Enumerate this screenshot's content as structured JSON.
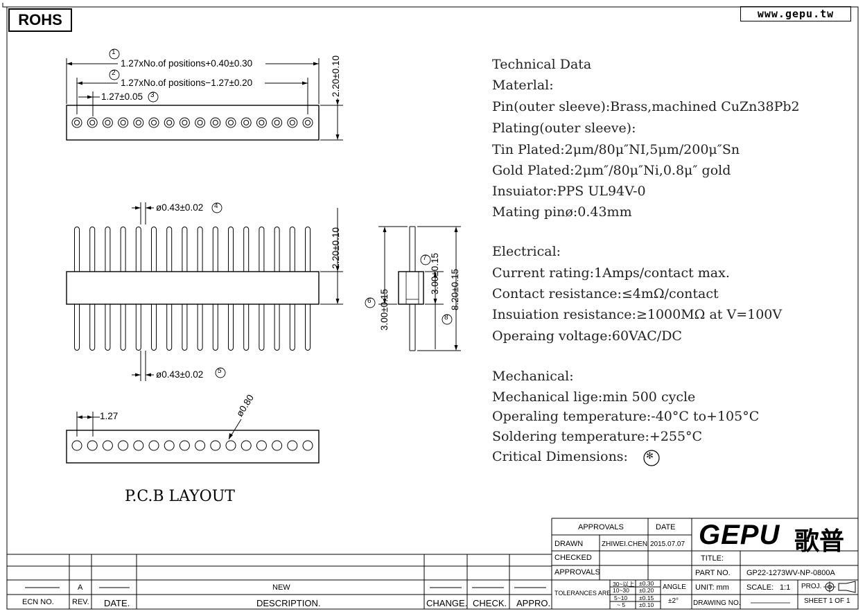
{
  "header": {
    "rohs": "ROHS",
    "url": "www.gepu.tw"
  },
  "dims": {
    "d1": "1.27xNo.of positions+0.40±0.30",
    "d2": "1.27xNo.of positions−1.27±0.20",
    "d3": "1.27±0.05",
    "h1": "2.20±0.10",
    "pin_top": "ø0.43±0.02",
    "h2": "2.20±0.10",
    "pin_bot": "ø0.43±0.02",
    "side_total": "8.20±0.15",
    "side_upper": "3.00±0.15",
    "side_lower": "3.00±0.15",
    "pcb_pitch": "1.27",
    "pcb_hole": "ø0.80"
  },
  "callouts": {
    "c1": "1",
    "c2": "2",
    "c3": "3",
    "c4": "4",
    "c5": "5",
    "c6": "6",
    "c7": "7",
    "c8": "8"
  },
  "pcb_layout_title": "P.C.B LAYOUT",
  "spec": {
    "heading": "Technical Data",
    "material": "Materlal:",
    "pin": "Pin(outer sleeve):Brass,machined CuZn38Pb2",
    "plating": "Plating(outer sleeve):",
    "tin": "Tin Plated:2μm/80μ″NI,5μm/200μ″Sn",
    "gold": "Gold Plated:2μm″/80μ″Ni,0.8μ″ gold",
    "insulator": "Insuiator:PPS UL94V-0",
    "mating": "Mating pinø:0.43mm",
    "electrical": "Electrical:",
    "current": "Current rating:1Amps/contact max.",
    "contact": "Contact resistance:≤4mΩ/contact",
    "insulation": "Insuiation resistance:≥1000MΩ at V=100V",
    "voltage": "Operaing voltage:60VAC/DC",
    "mechanical": "Mechanical:",
    "life": "Mechanical lige:min 500 cycle",
    "op_temp": "Operaling temperature:-40°C  to+105°C",
    "sold_temp": "Soldering temperature:+255°C",
    "critical": "Critical Dimensions:",
    "critical_symbol": "✻"
  },
  "title_block": {
    "approvals_head": "APPROVALS",
    "date_head": "DATE",
    "drawn": "DRAWN",
    "drawn_by": "ZHIWEI.CHEN",
    "drawn_date": "2015.07.07",
    "checked": "CHECKED",
    "approvals": "APPROVALS",
    "logo": "GEPU",
    "logo_cn": "歌普",
    "title": "TITLE:",
    "part_no_label": "PART NO.",
    "part_no": "GP22-1273WV-NP-0800A",
    "unit": "UNIT: mm",
    "scale_label": "SCALE:",
    "scale": "1:1",
    "proj": "PROJ.",
    "drawing_no": "DRAWING NO.",
    "sheet": "SHEET  1 OF 1",
    "tolerances": "TOLERANCES ARE",
    "tol_rows": [
      {
        "range": "30~以上",
        "tol": "±0.30"
      },
      {
        "range": "10~30",
        "tol": "±0.20"
      },
      {
        "range": "5~10",
        "tol": "±0.15"
      },
      {
        "range": "~ 5",
        "tol": "±0.10"
      }
    ],
    "angle": "ANGLE",
    "angle_tol": "±2°"
  },
  "revision": {
    "rev": "A",
    "desc": "NEW",
    "h_ecn": "ECN NO.",
    "h_rev": "REV.",
    "h_date": "DATE.",
    "h_desc": "DESCRIPTION.",
    "h_change": "CHANGE.",
    "h_check": "CHECK.",
    "h_appro": "APPRO."
  }
}
